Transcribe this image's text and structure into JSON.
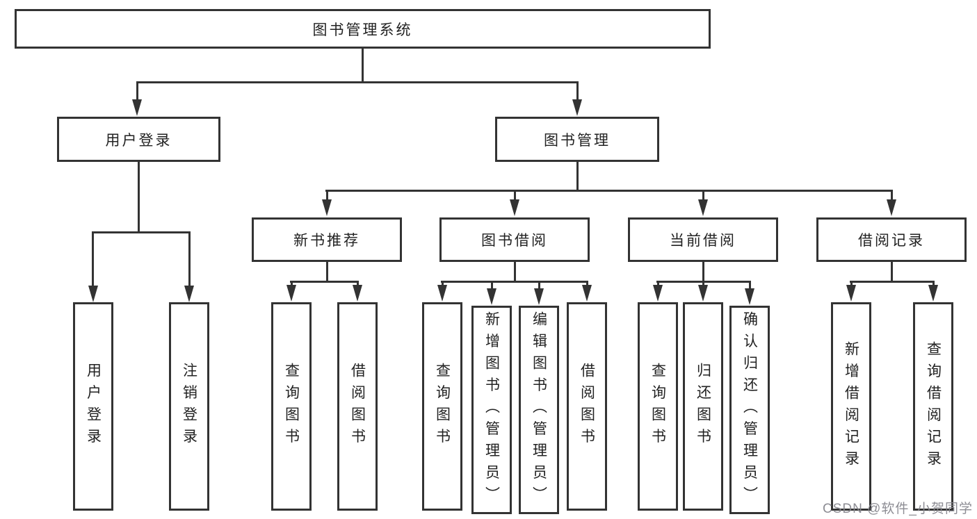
{
  "diagram": {
    "title": "图书管理系统",
    "root": {
      "label": "图书管理系统"
    },
    "level2": [
      {
        "label": "用户登录"
      },
      {
        "label": "图书管理"
      }
    ],
    "level3": [
      {
        "label": "新书推荐",
        "parent": "图书管理"
      },
      {
        "label": "图书借阅",
        "parent": "图书管理"
      },
      {
        "label": "当前借阅",
        "parent": "图书管理"
      },
      {
        "label": "借阅记录",
        "parent": "图书管理"
      }
    ],
    "leaves": [
      {
        "label": "用户登录",
        "parent": "用户登录"
      },
      {
        "label": "注销登录",
        "parent": "用户登录"
      },
      {
        "label": "查询图书",
        "parent": "新书推荐"
      },
      {
        "label": "借阅图书",
        "parent": "新书推荐"
      },
      {
        "label": "查询图书",
        "parent": "图书借阅"
      },
      {
        "label": "新增图书（管理员）",
        "parent": "图书借阅"
      },
      {
        "label": "编辑图书（管理员）",
        "parent": "图书借阅"
      },
      {
        "label": "借阅图书",
        "parent": "图书借阅"
      },
      {
        "label": "查询图书",
        "parent": "当前借阅"
      },
      {
        "label": "归还图书",
        "parent": "当前借阅"
      },
      {
        "label": "确认归还（管理员）",
        "parent": "当前借阅"
      },
      {
        "label": "新增借阅记录",
        "parent": "借阅记录"
      },
      {
        "label": "查询借阅记录",
        "parent": "借阅记录"
      }
    ],
    "watermark": "CSDN @软件_小贺同学",
    "colors": {
      "line": "#333333",
      "text": "#222222",
      "background": "#ffffff",
      "watermark": "#87878e"
    }
  }
}
